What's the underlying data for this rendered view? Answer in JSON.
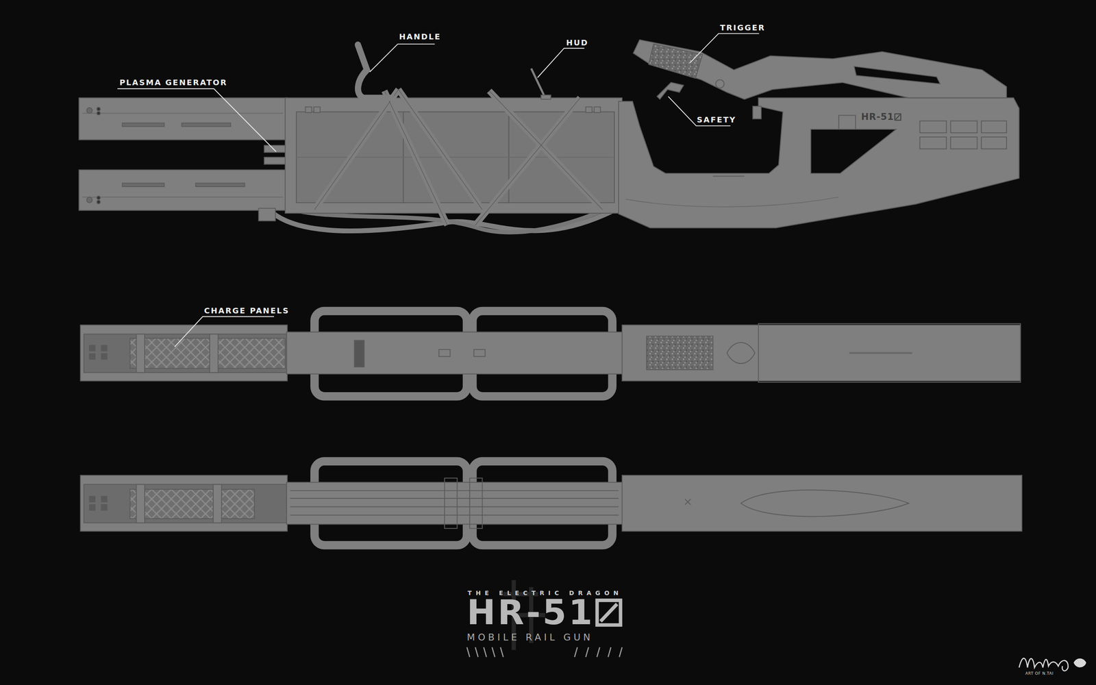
{
  "diagram": {
    "title": "HR-51",
    "labels": [
      "HANDLE",
      "HUD",
      "TRIGGER",
      "PLASMA GENERATOR",
      "SAFETY",
      "CHARGE PANELS",
      "HR-51",
      "THE ELECTRIC DRAGON",
      "MOBILE RAIL GUN",
      "ART OF N.TAI"
    ]
  }
}
